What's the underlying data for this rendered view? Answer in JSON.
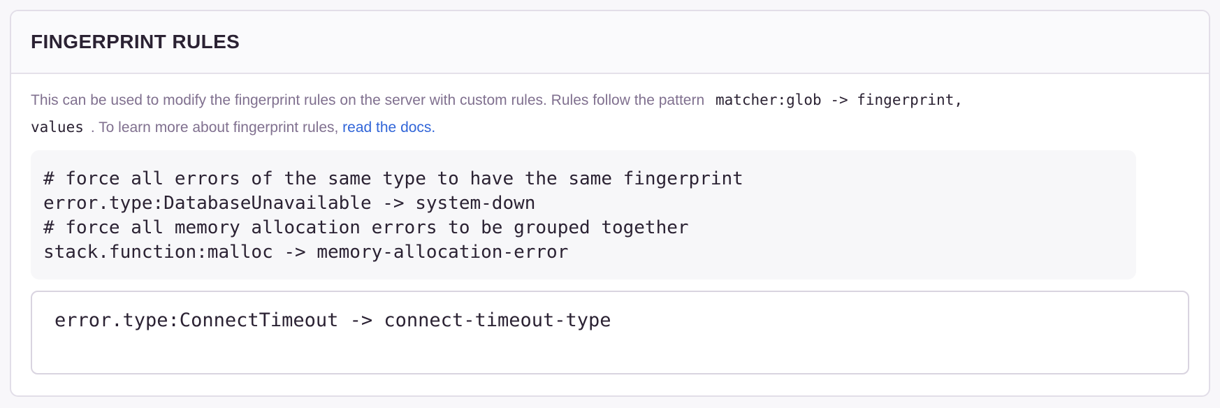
{
  "colors": {
    "page_bg": "#F8F7FA",
    "panel_bg": "#FFFFFF",
    "panel_border": "#E2DEE8",
    "header_bg": "#FAFAFC",
    "divider": "#E5E1EA",
    "title_text": "#2B2233",
    "body_text": "#80708F",
    "code_text": "#2B2233",
    "link": "#3165D8",
    "code_block_bg": "#F7F7F9",
    "input_border": "#D9D4E0"
  },
  "panel": {
    "title": "FINGERPRINT RULES",
    "description": {
      "segments": [
        {
          "type": "text",
          "value": "This can be used to modify the fingerprint rules on the server with custom rules. Rules follow the pattern "
        },
        {
          "type": "code",
          "value": "matcher:glob -> fingerprint,\nvalues"
        },
        {
          "type": "text",
          "value": ". To learn more about fingerprint rules, "
        },
        {
          "type": "link",
          "value": "read the docs."
        }
      ]
    },
    "example_code": {
      "lines": [
        "# force all errors of the same type to have the same fingerprint",
        "error.type:DatabaseUnavailable -> system-down",
        "# force all memory allocation errors to be grouped together",
        "stack.function:malloc -> memory-allocation-error"
      ]
    },
    "rules_input": {
      "value": "error.type:ConnectTimeout -> connect-timeout-type"
    }
  }
}
